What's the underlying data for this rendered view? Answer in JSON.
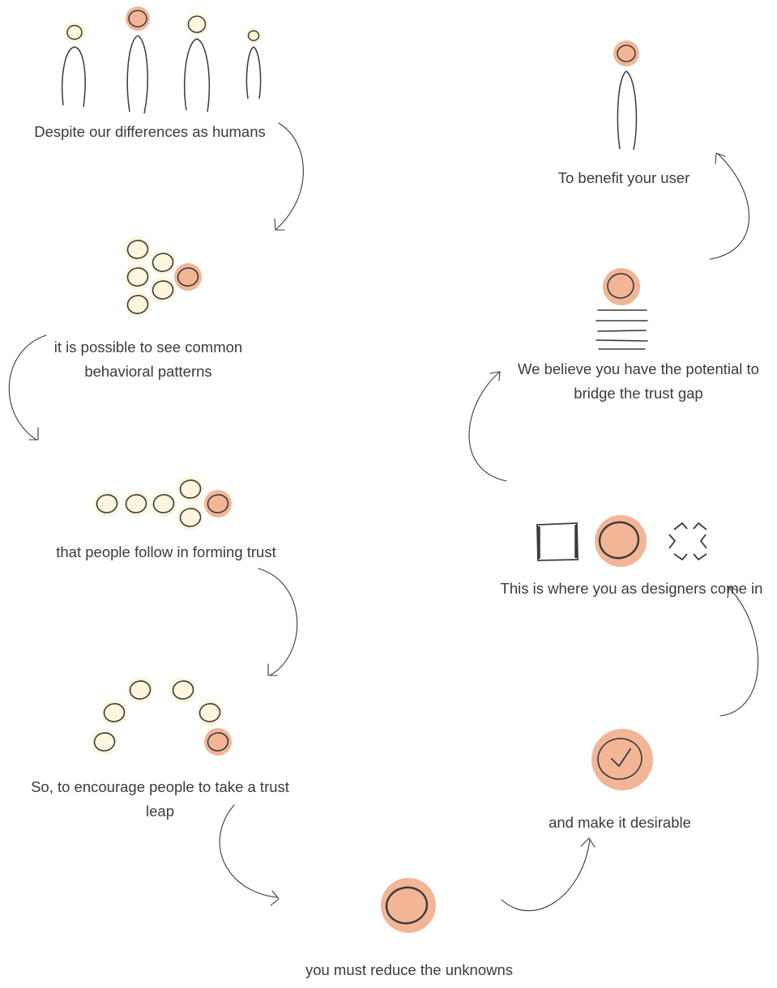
{
  "colors": {
    "cream": "#fdf5dc",
    "peach": "#f2b596",
    "ink": "#3a3a3a"
  },
  "steps": [
    {
      "text": "Despite our differences as humans"
    },
    {
      "text": "it is possible to see common behavioral patterns"
    },
    {
      "text": "that people follow in forming trust"
    },
    {
      "text": "So, to encourage people to take a trust leap"
    },
    {
      "text": "you must reduce the unknowns"
    },
    {
      "text": "and make it desirable"
    },
    {
      "text": "This is where you as designers come in"
    },
    {
      "text": "We believe you have the potential to bridge the trust gap"
    },
    {
      "text": "To benefit your user"
    }
  ]
}
